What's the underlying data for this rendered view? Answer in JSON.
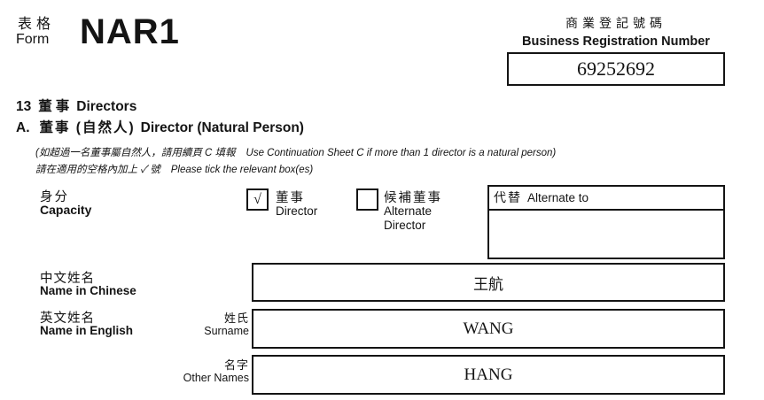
{
  "header": {
    "form_label_zh": "表格",
    "form_label_en": "Form",
    "form_code": "NAR1",
    "brn": {
      "label_zh": "商業登記號碼",
      "label_en": "Business Registration Number",
      "value": "69252692"
    }
  },
  "section": {
    "number": "13",
    "title_zh": "董事",
    "title_en": "Directors"
  },
  "subsection": {
    "letter": "A.",
    "title_zh": "董事 (自然人)",
    "title_en": "Director (Natural Person)",
    "note1_zh": "(如超過一名董事屬自然人，請用續頁 C 填報",
    "note1_en": "Use Continuation Sheet C if more than 1 director is a natural person)",
    "note2_zh": "請在適用的空格內加上 ✓ 號",
    "note2_en": "Please tick the relevant box(es)"
  },
  "capacity": {
    "label_zh": "身分",
    "label_en": "Capacity",
    "tick_mark": "√",
    "director": {
      "label_zh": "董事",
      "label_en": "Director",
      "checked": true
    },
    "alternate_director": {
      "label_zh": "候補董事",
      "label_en": "Alternate Director",
      "checked": false
    },
    "alternate_to": {
      "label_zh": "代替",
      "label_en": "Alternate to",
      "value": ""
    }
  },
  "fields": {
    "chinese_name": {
      "label_zh": "中文姓名",
      "label_en": "Name in Chinese",
      "value": "王航"
    },
    "english_name": {
      "label_zh": "英文姓名",
      "label_en": "Name in English"
    },
    "surname": {
      "label_zh": "姓氏",
      "label_en": "Surname",
      "value": "WANG"
    },
    "other_names": {
      "label_zh": "名字",
      "label_en": "Other Names",
      "value": "HANG"
    }
  }
}
